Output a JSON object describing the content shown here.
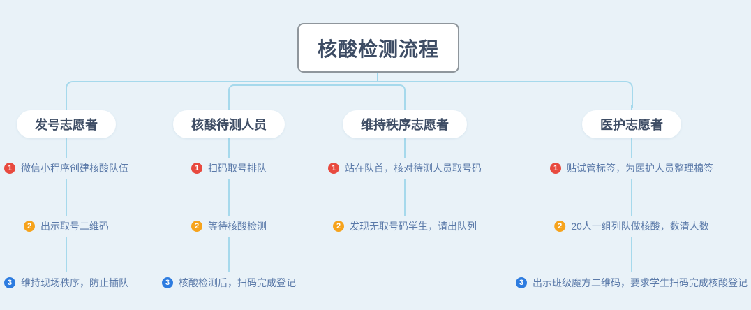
{
  "title": "核酸检测流程",
  "colors": {
    "background": "#e9f2f8",
    "connector_line": "#a6d9ec",
    "node_text": "#3d4c64",
    "item_text": "#5b7aa9",
    "step1_badge": "#e84a3f",
    "step2_badge": "#f6a31c",
    "step3_badge": "#2d7ce0",
    "title_border": "#8f969c"
  },
  "branches": [
    {
      "label": "发号志愿者",
      "items": [
        {
          "num": "1",
          "text": "微信小程序创建核酸队伍"
        },
        {
          "num": "2",
          "text": "出示取号二维码"
        },
        {
          "num": "3",
          "text": "维持现场秩序，防止插队"
        }
      ]
    },
    {
      "label": "核酸待测人员",
      "items": [
        {
          "num": "1",
          "text": "扫码取号排队"
        },
        {
          "num": "2",
          "text": "等待核酸检测"
        },
        {
          "num": "3",
          "text": "核酸检测后，扫码完成登记"
        }
      ]
    },
    {
      "label": "维持秩序志愿者",
      "items": [
        {
          "num": "1",
          "text": "站在队首，核对待测人员取号码"
        },
        {
          "num": "2",
          "text": "发现无取号码学生，请出队列"
        }
      ]
    },
    {
      "label": "医护志愿者",
      "items": [
        {
          "num": "1",
          "text": "贴试管标签，为医护人员整理棉签"
        },
        {
          "num": "2",
          "text": "20人一组列队做核酸，数清人数"
        },
        {
          "num": "3",
          "text": "出示班级魔方二维码，要求学生扫码完成核酸登记"
        }
      ]
    }
  ]
}
